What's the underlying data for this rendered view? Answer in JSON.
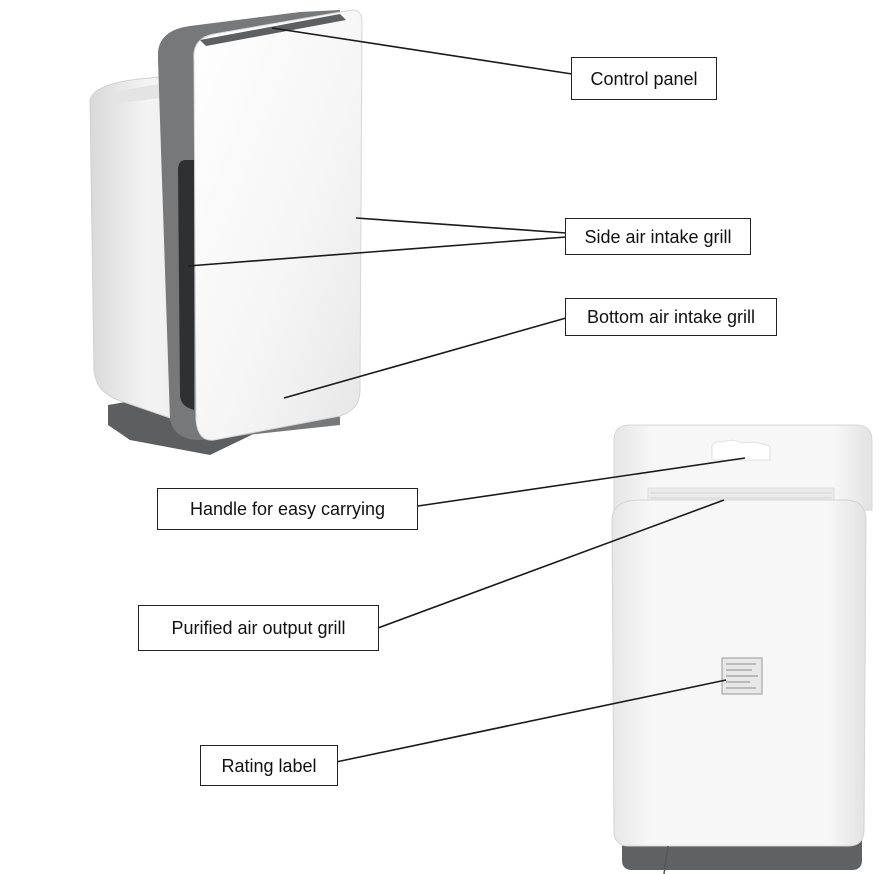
{
  "callouts": {
    "control_panel": "Control panel",
    "side_air_intake_grill": "Side air intake grill",
    "bottom_air_intake_grill": "Bottom air intake grill",
    "handle": "Handle for easy carrying",
    "purified_air_output_grill": "Purified air output grill",
    "rating_label": "Rating label"
  },
  "colors": {
    "device_body": "#f6f6f6",
    "front_panel": "#ffffff",
    "frame_gray": "#6e6f71",
    "base_gray": "#5b5c5e",
    "leader_line": "#1a1a1a",
    "label_border": "#222222"
  }
}
